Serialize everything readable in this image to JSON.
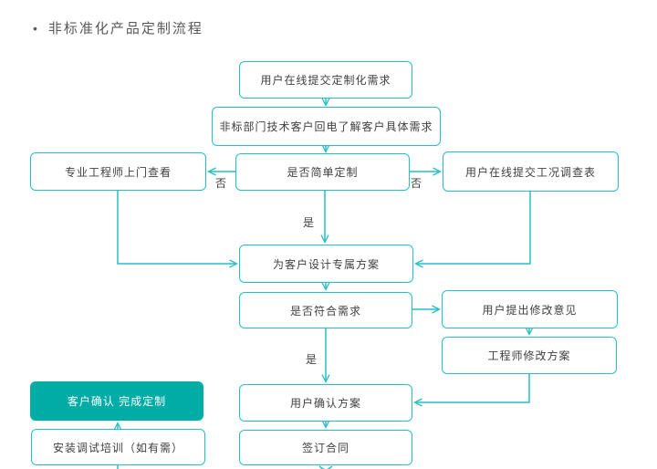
{
  "title": {
    "bullet": "•",
    "text": "非标准化产品定制流程"
  },
  "colors": {
    "line": "#25bfc7",
    "box_fill": "#00ada6",
    "box_text": "#404040",
    "title_text": "#595959"
  },
  "nodes": [
    {
      "id": "submit-request",
      "label": "用户在线提交定制化需求"
    },
    {
      "id": "callback",
      "label": "非标部门技术客户回电了解客户具体需求"
    },
    {
      "id": "engineer-visit",
      "label": "专业工程师上门查看"
    },
    {
      "id": "simple-decision",
      "label": "是否简单定制"
    },
    {
      "id": "survey-form",
      "label": "用户在线提交工况调查表"
    },
    {
      "id": "design-solution",
      "label": "为客户设计专属方案"
    },
    {
      "id": "meets-needs",
      "label": "是否符合需求"
    },
    {
      "id": "feedback",
      "label": "用户提出修改意见"
    },
    {
      "id": "revise-solution",
      "label": "工程师修改方案"
    },
    {
      "id": "confirm-solution",
      "label": "用户确认方案"
    },
    {
      "id": "sign-contract",
      "label": "签订合同"
    },
    {
      "id": "complete",
      "label": "客户确认 完成定制"
    },
    {
      "id": "install-training",
      "label": "安装调试培训（如有需）"
    }
  ],
  "edge_labels": [
    {
      "id": "no-left",
      "text": "否"
    },
    {
      "id": "no-right",
      "text": "否"
    },
    {
      "id": "yes-top",
      "text": "是"
    },
    {
      "id": "yes-mid",
      "text": "是"
    }
  ]
}
